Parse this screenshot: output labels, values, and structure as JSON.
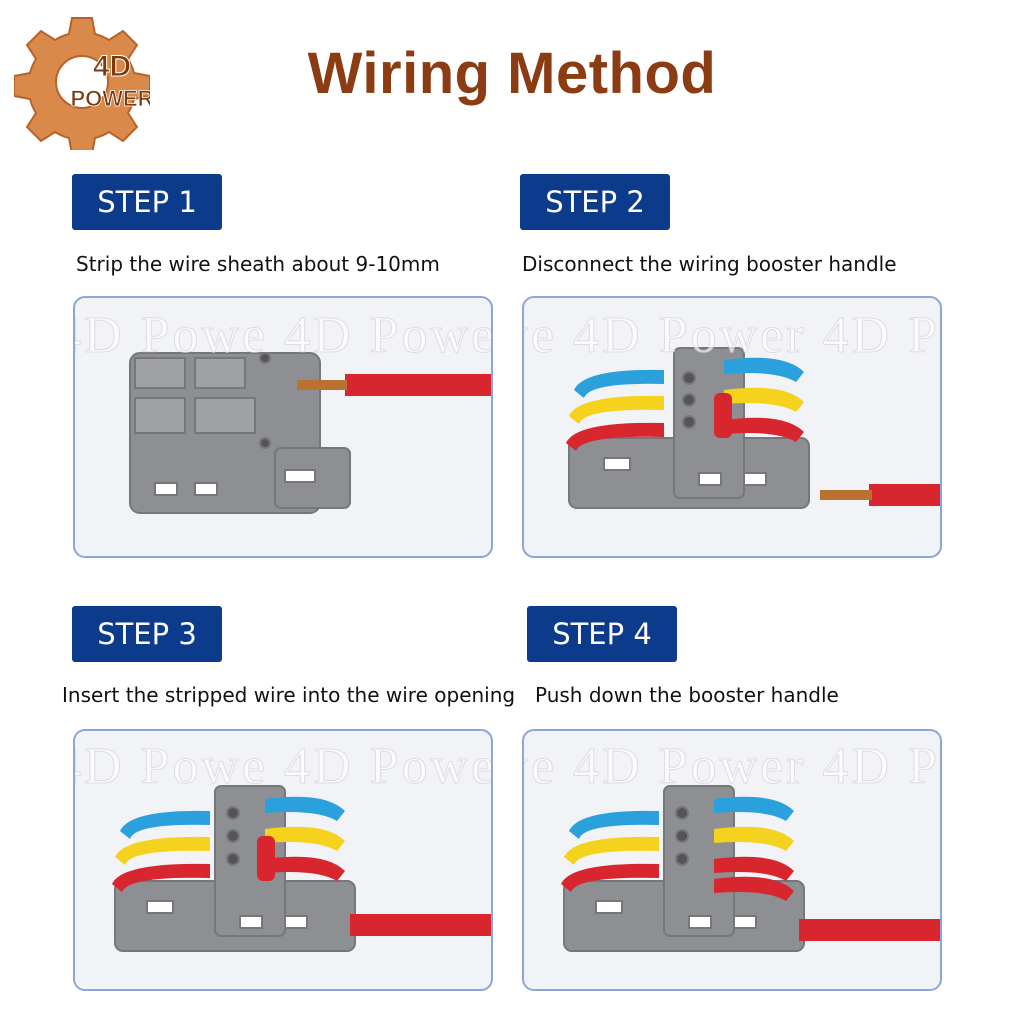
{
  "title": "Wiring Method",
  "logo": {
    "line1": "4D",
    "line2": "POWER",
    "color": "#d2691e"
  },
  "watermark": "4D Powe 4D Power 4D Power",
  "steps": [
    {
      "label": "STEP 1",
      "caption": "Strip the wire sheath about 9-10mm"
    },
    {
      "label": "STEP 2",
      "caption": "Disconnect the wiring booster handle"
    },
    {
      "label": "STEP 3",
      "caption": "Insert the stripped wire into the wire opening"
    },
    {
      "label": "STEP 4",
      "caption": "Push down the booster handle"
    }
  ],
  "colors": {
    "badge": "#0d3b8c",
    "title": "#8b3c12",
    "panel_border": "#8da6d8",
    "wire": "#d8262e",
    "connector": "#8e8f93",
    "lever_blue": "#2aa0dc",
    "lever_yellow": "#f4d21e",
    "lever_red": "#d8262e"
  }
}
